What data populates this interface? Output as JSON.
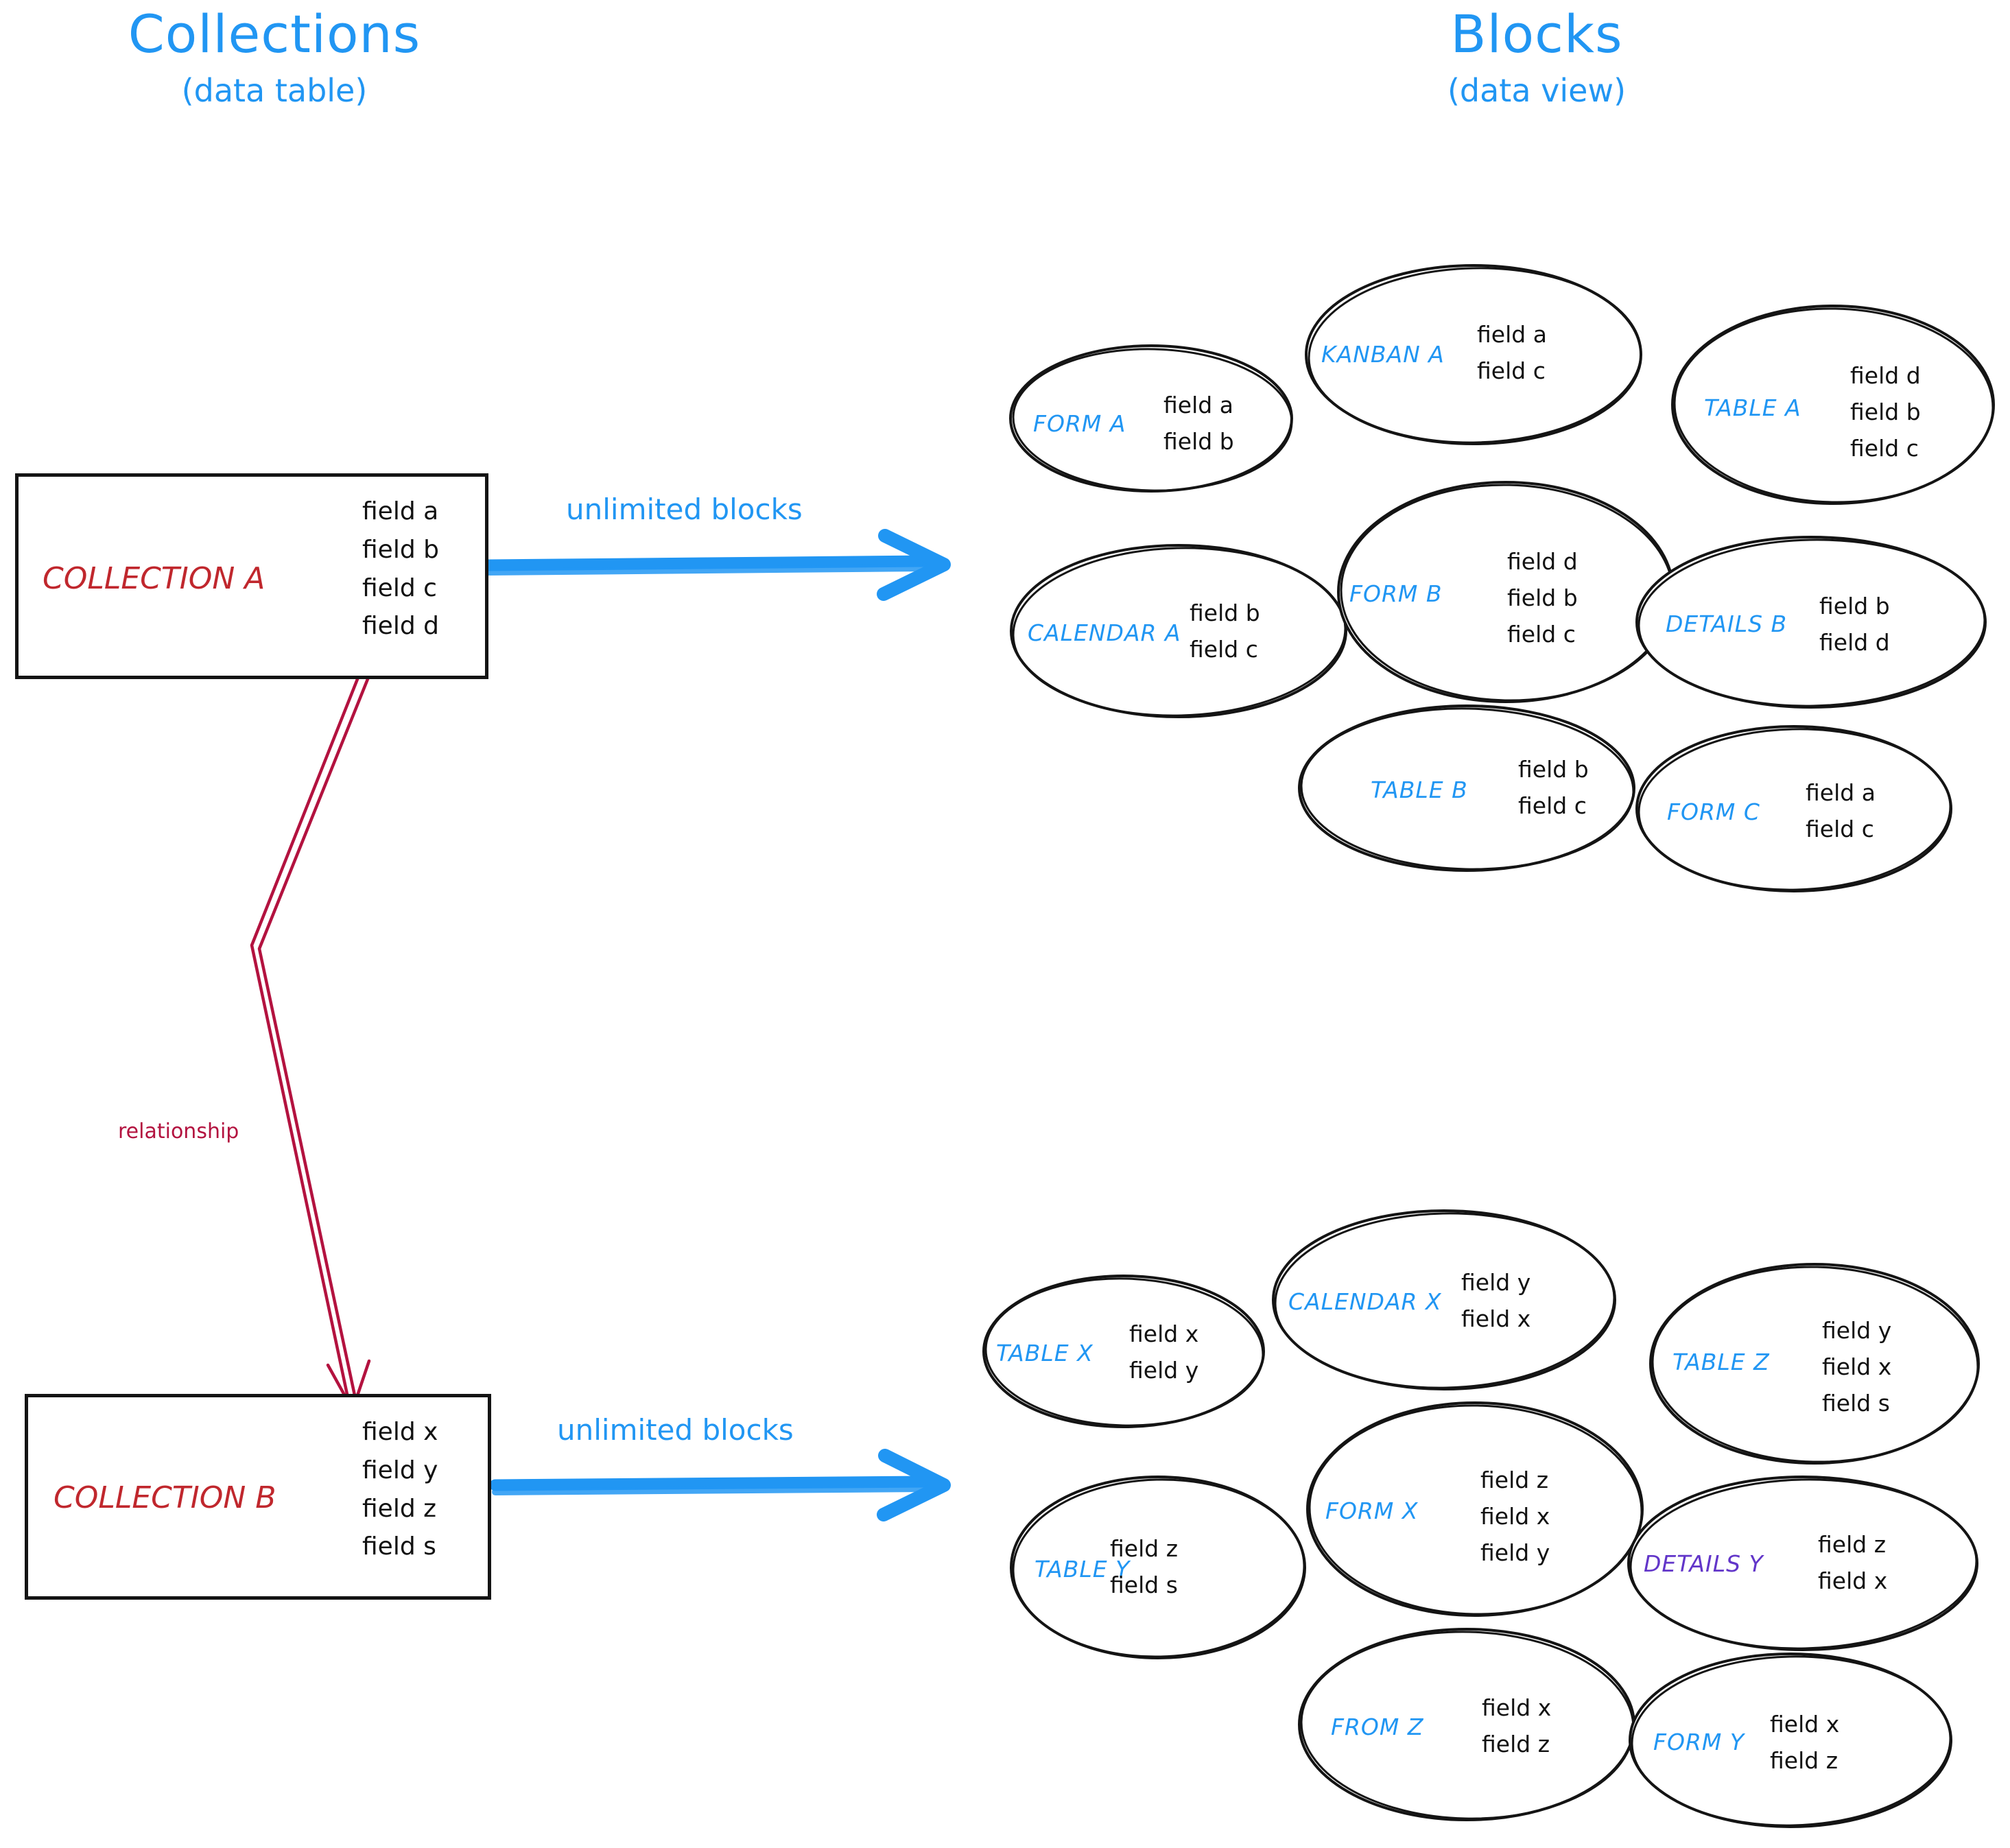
{
  "headings": {
    "left": {
      "title": "Collections",
      "subtitle": "(data table)"
    },
    "right": {
      "title": "Blocks",
      "subtitle": "(data view)"
    }
  },
  "colors": {
    "accent_blue": "#2196f3",
    "collection_red": "#c0272d",
    "relationship_crimson": "#b3123f",
    "details_y_purple": "#6236c9",
    "ink_black": "#141414"
  },
  "collections": [
    {
      "name": "COLLECTION A",
      "fields": [
        "field a",
        "field b",
        "field c",
        "field d"
      ],
      "arrow_label": "unlimited blocks"
    },
    {
      "name": "COLLECTION B",
      "fields": [
        "field x",
        "field y",
        "field z",
        "field s"
      ],
      "arrow_label": "unlimited blocks"
    }
  ],
  "relationship": {
    "label": "relationship"
  },
  "block_groups": [
    {
      "source": "COLLECTION A",
      "blocks": [
        {
          "name": "FORM A",
          "fields": [
            "field a",
            "field b"
          ]
        },
        {
          "name": "KANBAN A",
          "fields": [
            "field a",
            "field c"
          ]
        },
        {
          "name": "TABLE A",
          "fields": [
            "field d",
            "field b",
            "field c"
          ]
        },
        {
          "name": "CALENDAR A",
          "fields": [
            "field b",
            "field c"
          ]
        },
        {
          "name": "FORM B",
          "fields": [
            "field d",
            "field b",
            "field c"
          ]
        },
        {
          "name": "DETAILS B",
          "fields": [
            "field b",
            "field d"
          ]
        },
        {
          "name": "TABLE B",
          "fields": [
            "field b",
            "field c"
          ]
        },
        {
          "name": "FORM C",
          "fields": [
            "field a",
            "field c"
          ]
        }
      ]
    },
    {
      "source": "COLLECTION B",
      "blocks": [
        {
          "name": "TABLE X",
          "fields": [
            "field x",
            "field y"
          ]
        },
        {
          "name": "CALENDAR X",
          "fields": [
            "field y",
            "field x"
          ]
        },
        {
          "name": "TABLE Z",
          "fields": [
            "field y",
            "field x",
            "field s"
          ]
        },
        {
          "name": "TABLE Y",
          "fields": [
            "field z",
            "field s"
          ]
        },
        {
          "name": "FORM X",
          "fields": [
            "field z",
            "field x",
            "field y"
          ]
        },
        {
          "name": "DETAILS Y",
          "fields": [
            "field z",
            "field x"
          ],
          "color": "purple"
        },
        {
          "name": "FROM Z",
          "fields": [
            "field x",
            "field z"
          ]
        },
        {
          "name": "FORM Y",
          "fields": [
            "field x",
            "field z"
          ]
        }
      ]
    }
  ]
}
